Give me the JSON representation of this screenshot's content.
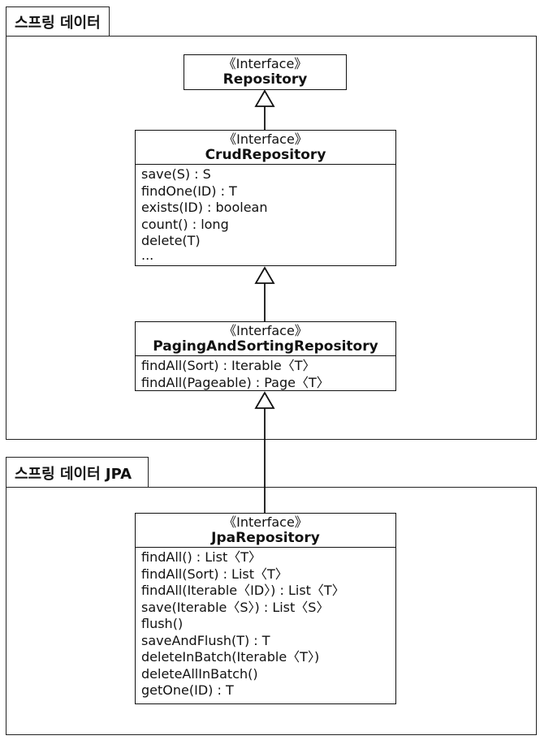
{
  "packages": [
    {
      "label": "스프링 데이터"
    },
    {
      "label": "스프링 데이터 JPA"
    }
  ],
  "classes": {
    "repository": {
      "stereotype": "《Interface》",
      "name": "Repository",
      "operations": []
    },
    "crud": {
      "stereotype": "《Interface》",
      "name": "CrudRepository",
      "operations": [
        "save(S) : S",
        "findOne(ID) : T",
        "exists(ID) : boolean",
        "count() : long",
        "delete(T)",
        "..."
      ]
    },
    "paging": {
      "stereotype": "《Interface》",
      "name": "PagingAndSortingRepository",
      "operations": [
        "findAll(Sort) : Iterable〈T〉",
        "findAll(Pageable) : Page〈T〉"
      ]
    },
    "jpa": {
      "stereotype": "《Interface》",
      "name": "JpaRepository",
      "operations": [
        "findAll() : List〈T〉",
        "findAll(Sort) : List〈T〉",
        "findAll(Iterable〈ID〉) : List〈T〉",
        "save(Iterable〈S〉) : List〈S〉",
        "flush()",
        "saveAndFlush(T) : T",
        "deleteInBatch(Iterable〈T〉)",
        "deleteAllInBatch()",
        "getOne(ID) : T"
      ]
    }
  },
  "colors": {
    "line": "#111111",
    "background": "#ffffff"
  }
}
